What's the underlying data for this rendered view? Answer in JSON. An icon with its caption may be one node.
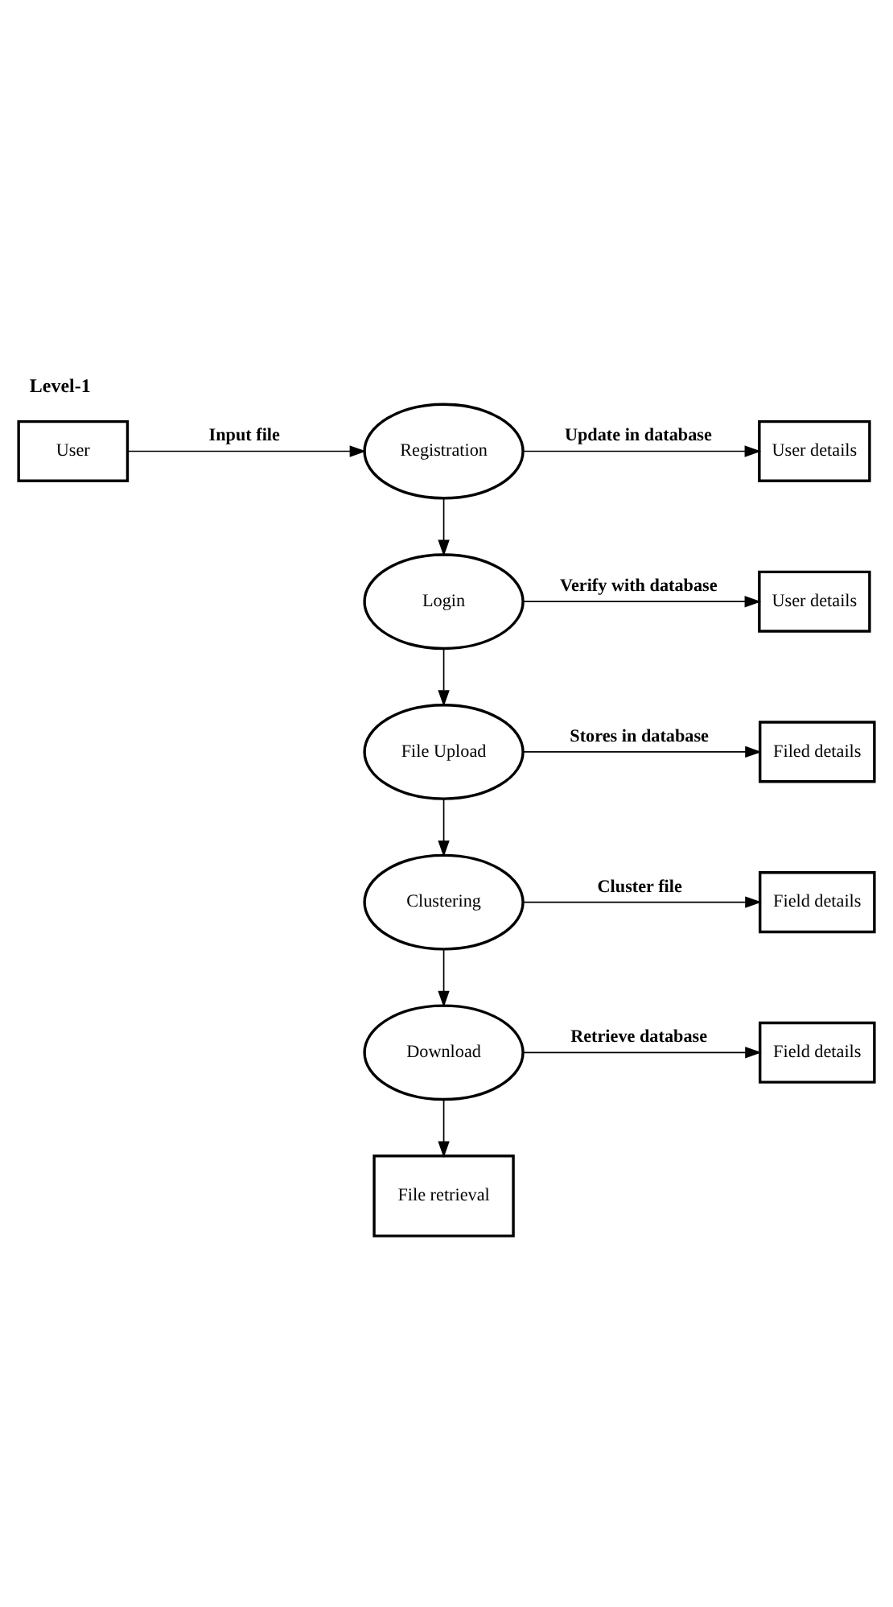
{
  "diagram": {
    "title": "Level-1",
    "nodes": [
      {
        "text": [
          "User"
        ]
      },
      {
        "text": [
          "Registration"
        ]
      },
      {
        "text": [
          "User details"
        ]
      },
      {
        "text": [
          "Login"
        ]
      },
      {
        "text": [
          "User details"
        ]
      },
      {
        "text": [
          "File Upload"
        ]
      },
      {
        "text": [
          "Filed details"
        ]
      },
      {
        "text": [
          "Clustering"
        ]
      },
      {
        "text": [
          "Field details"
        ]
      },
      {
        "text": [
          "Download"
        ]
      },
      {
        "text": [
          "Field details"
        ]
      },
      {
        "text": [
          "File retrieval"
        ]
      }
    ],
    "edges": [
      {
        "from": 0,
        "to": 1,
        "arrow": "to",
        "label": "Input file"
      },
      {
        "from": 1,
        "to": 2,
        "arrow": "to",
        "label": "Update in database"
      },
      {
        "from": 1,
        "to": 3,
        "arrow": "to"
      },
      {
        "from": 3,
        "to": 4,
        "arrow": "to",
        "label": "Verify with database"
      },
      {
        "from": 3,
        "to": 5,
        "arrow": "to"
      },
      {
        "from": 5,
        "to": 6,
        "arrow": "to",
        "label": "Stores in database"
      },
      {
        "from": 5,
        "to": 7,
        "arrow": "to"
      },
      {
        "from": 7,
        "to": 8,
        "arrow": "to",
        "label": "Cluster file"
      },
      {
        "from": 7,
        "to": 9,
        "arrow": "to"
      },
      {
        "from": 9,
        "to": 10,
        "arrow": "to",
        "label": "Retrieve database"
      },
      {
        "from": 9,
        "to": 11,
        "arrow": "to"
      }
    ]
  }
}
